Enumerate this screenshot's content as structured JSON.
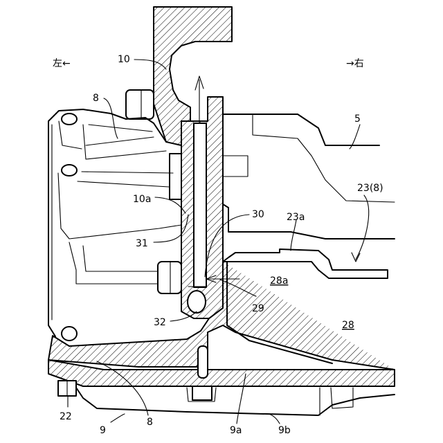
{
  "labels": {
    "left": "左←",
    "right": "→右",
    "ref_10": "10",
    "ref_8_top": "8",
    "ref_5": "5",
    "ref_23_8": "23(8)",
    "ref_10a": "10a",
    "ref_30": "30",
    "ref_23a": "23a",
    "ref_31": "31",
    "ref_28a": "28a",
    "ref_29": "29",
    "ref_32": "32",
    "ref_28": "28",
    "ref_22": "22",
    "ref_9": "9",
    "ref_8_bottom": "8",
    "ref_9a": "9a",
    "ref_9b": "9b"
  }
}
